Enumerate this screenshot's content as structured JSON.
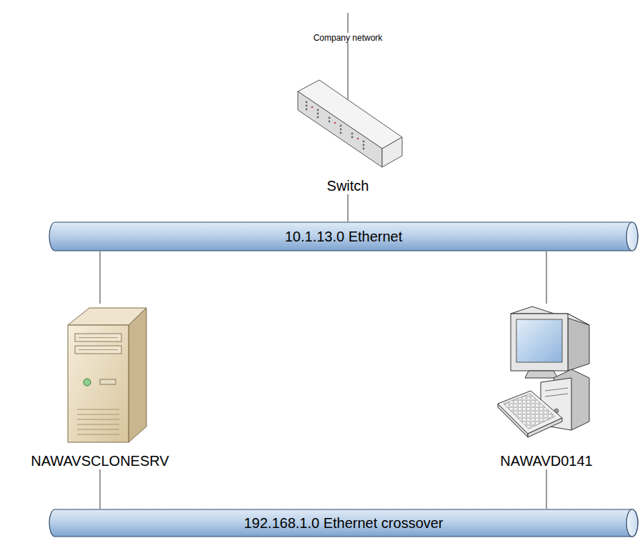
{
  "diagram": {
    "nodes": [
      {
        "text": [
          "Switch"
        ]
      },
      {
        "text": [
          "10.1.13.0 Ethernet"
        ]
      },
      {
        "text": [
          "NAWAVSCLONESRV"
        ]
      },
      {
        "text": [
          "NAWAVD0141"
        ]
      },
      {
        "text": [
          "192.168.1.0 Ethernet crossover"
        ]
      }
    ],
    "edges": [
      {
        "from": 0,
        "to": 1,
        "arrow": "none"
      },
      {
        "from": 1,
        "to": 2,
        "arrow": "none"
      },
      {
        "from": 1,
        "to": 3,
        "arrow": "none"
      },
      {
        "from": 2,
        "to": 4,
        "arrow": "none"
      },
      {
        "from": 3,
        "to": 4,
        "arrow": "none"
      }
    ],
    "labels": [
      "Company network"
    ]
  }
}
